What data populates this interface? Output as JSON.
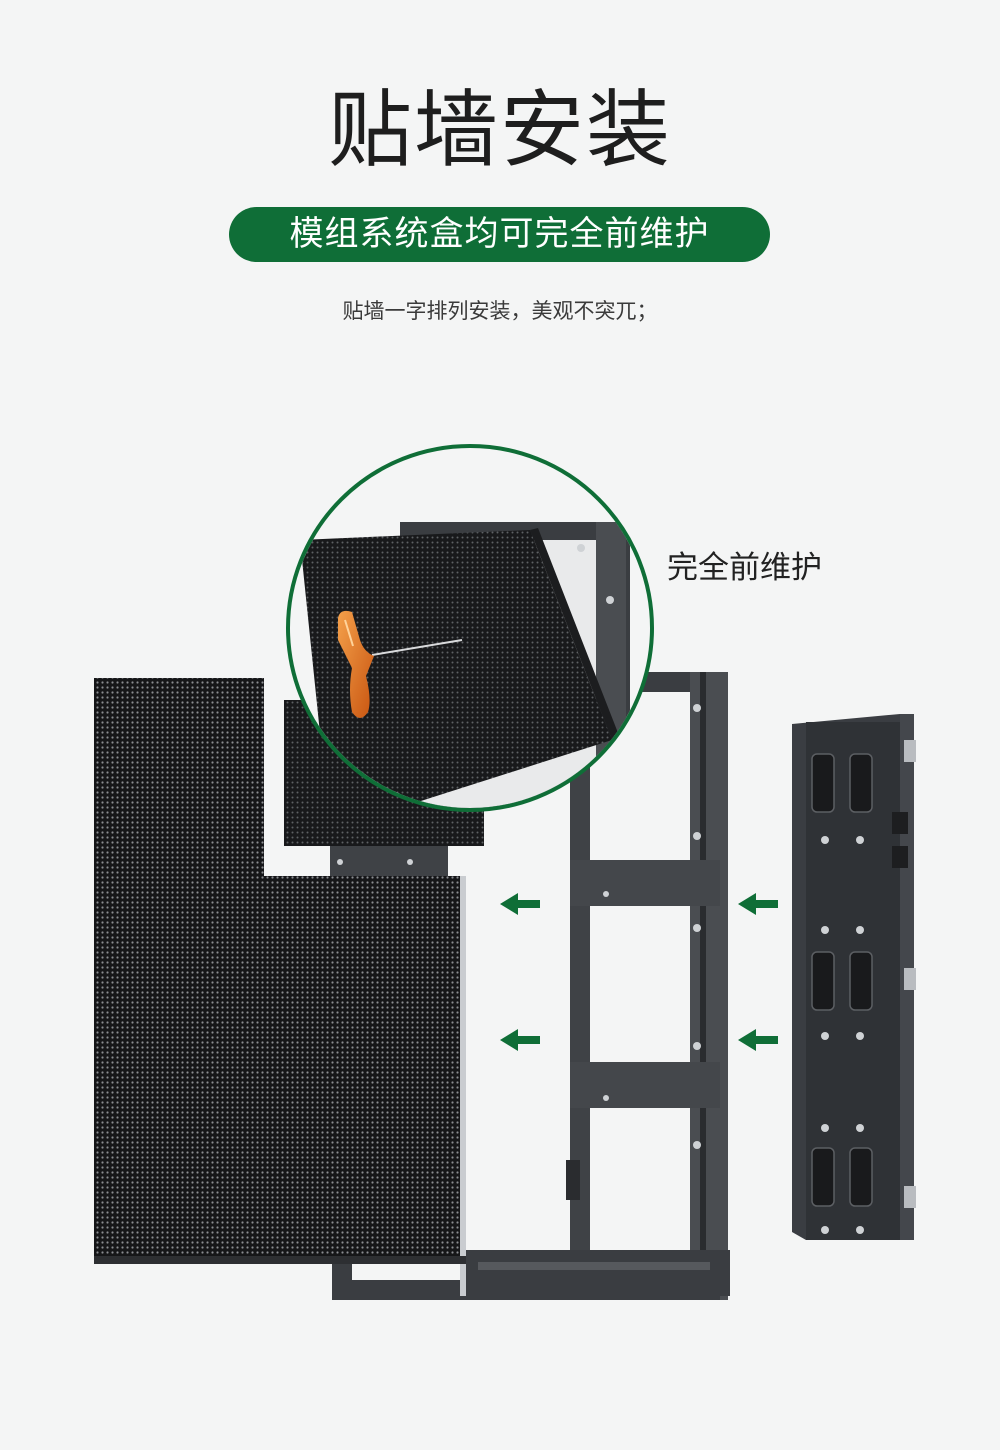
{
  "title": "贴墙安装",
  "subtitle": "模组系统盒均可完全前维护",
  "description": "贴墙一字排列安装，美观不突兀；",
  "callout": "完全前维护",
  "colors": {
    "accent_green": "#0f6e37",
    "panel_dark": "#1b1c1e",
    "frame_gray": "#3c3f43",
    "tool_orange": "#e2741f"
  },
  "icons": [
    "arrow-left-icon",
    "t-handle-tool-icon"
  ]
}
